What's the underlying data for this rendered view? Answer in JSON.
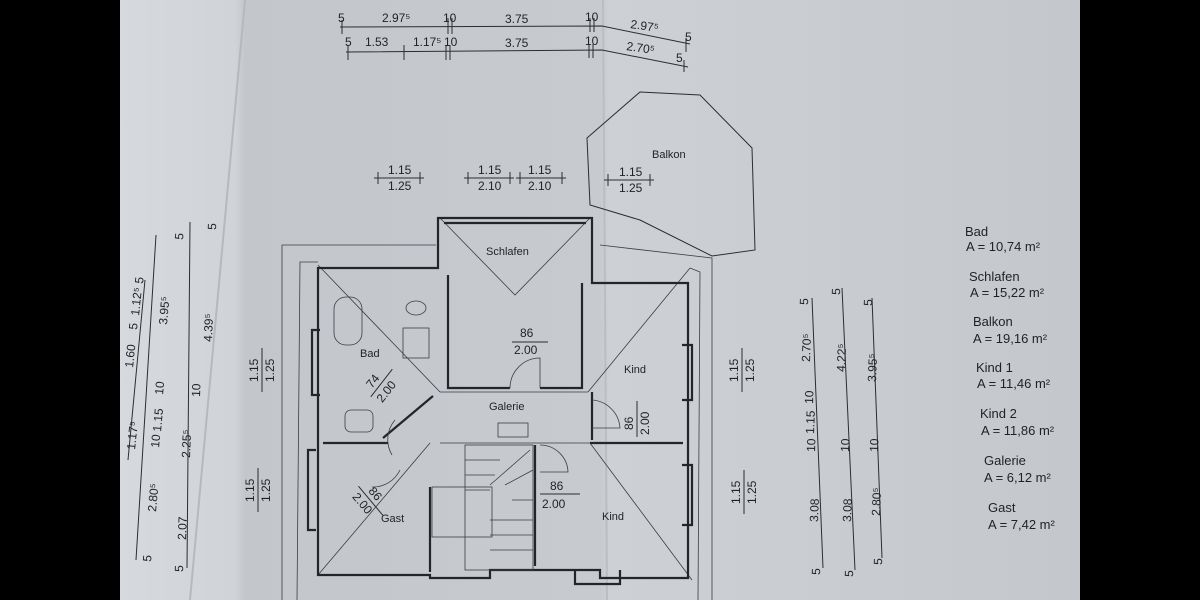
{
  "colors": {
    "paper": "#c9cdd1",
    "paper_left": "#d3d6da",
    "ink": "#1e2226",
    "frame": "#000000"
  },
  "top_dimensions": {
    "row1": [
      "5",
      "2.97⁵",
      "10",
      "3.75",
      "10",
      "2.97⁵",
      "5"
    ],
    "row2": [
      "5",
      "1.53",
      "1.17⁵",
      "10",
      "3.75",
      "10",
      "2.70⁵",
      "5"
    ]
  },
  "window_dimensions": {
    "top": [
      {
        "width": "1.15",
        "height": "1.25"
      },
      {
        "width": "1.15",
        "height": "2.10"
      },
      {
        "width": "1.15",
        "height": "2.10"
      },
      {
        "width": "1.15",
        "height": "1.25"
      }
    ],
    "left": [
      {
        "width": "1.15",
        "height": "1.25"
      },
      {
        "width": "1.15",
        "height": "1.25"
      }
    ],
    "right": [
      {
        "width": "1.15",
        "height": "1.25"
      },
      {
        "width": "1.15",
        "height": "1.25"
      }
    ]
  },
  "left_dimensions": {
    "chain1": [
      "1.17⁵",
      "1.60",
      "5",
      "1.12⁵",
      "5"
    ],
    "chain2": [
      "5",
      "2.80⁵",
      "10",
      "1.15",
      "10",
      "3.95⁵",
      "5"
    ],
    "chain3": [
      "5",
      "2.07",
      "2.25⁵",
      "10",
      "4.39⁵",
      "5"
    ]
  },
  "right_dimensions": {
    "chain1": [
      "5",
      "3.08",
      "10",
      "1.15",
      "10",
      "2.70⁵",
      "5"
    ],
    "chain2": [
      "5",
      "3.08",
      "10",
      "4.22⁵",
      "5"
    ],
    "chain3": [
      "5",
      "2.80⁵",
      "10",
      "3.95⁵",
      "5"
    ]
  },
  "rooms": {
    "schlafen": "Schlafen",
    "bad": "Bad",
    "galerie": "Galerie",
    "kind1": "Kind",
    "kind2": "Kind",
    "gast": "Gast",
    "balkon": "Balkon"
  },
  "doors": [
    {
      "width": "86",
      "height": "2.00"
    },
    {
      "width": "74",
      "height": "2.00"
    },
    {
      "width": "86",
      "height": "2.00"
    },
    {
      "width": "86",
      "height": "2.00"
    },
    {
      "width": "86",
      "height": "2.00"
    }
  ],
  "area_list": [
    {
      "name": "Bad",
      "area": "A = 10,74 m²"
    },
    {
      "name": "Schlafen",
      "area": "A = 15,22 m²"
    },
    {
      "name": "Balkon",
      "area": "A = 19,16 m²"
    },
    {
      "name": "Kind 1",
      "area": "A = 11,46 m²"
    },
    {
      "name": "Kind 2",
      "area": "A = 11,86 m²"
    },
    {
      "name": "Galerie",
      "area": "A =  6,12 m²"
    },
    {
      "name": "Gast",
      "area": "A =  7,42 m²"
    }
  ]
}
